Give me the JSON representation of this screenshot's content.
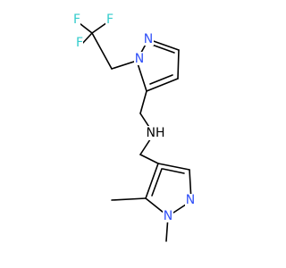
{
  "molecule": {
    "colors": {
      "bond": "#000000",
      "nitrogen": "#3050f8",
      "fluorine": "#33cccc",
      "nh": "#000000"
    },
    "labels": {
      "f1": "F",
      "f2": "F",
      "f3": "F",
      "n_top_ring_1": "N",
      "n_top_ring_2": "N",
      "nh": "NH",
      "n_bottom_ring_1": "N",
      "n_bottom_ring_2": "N"
    }
  }
}
